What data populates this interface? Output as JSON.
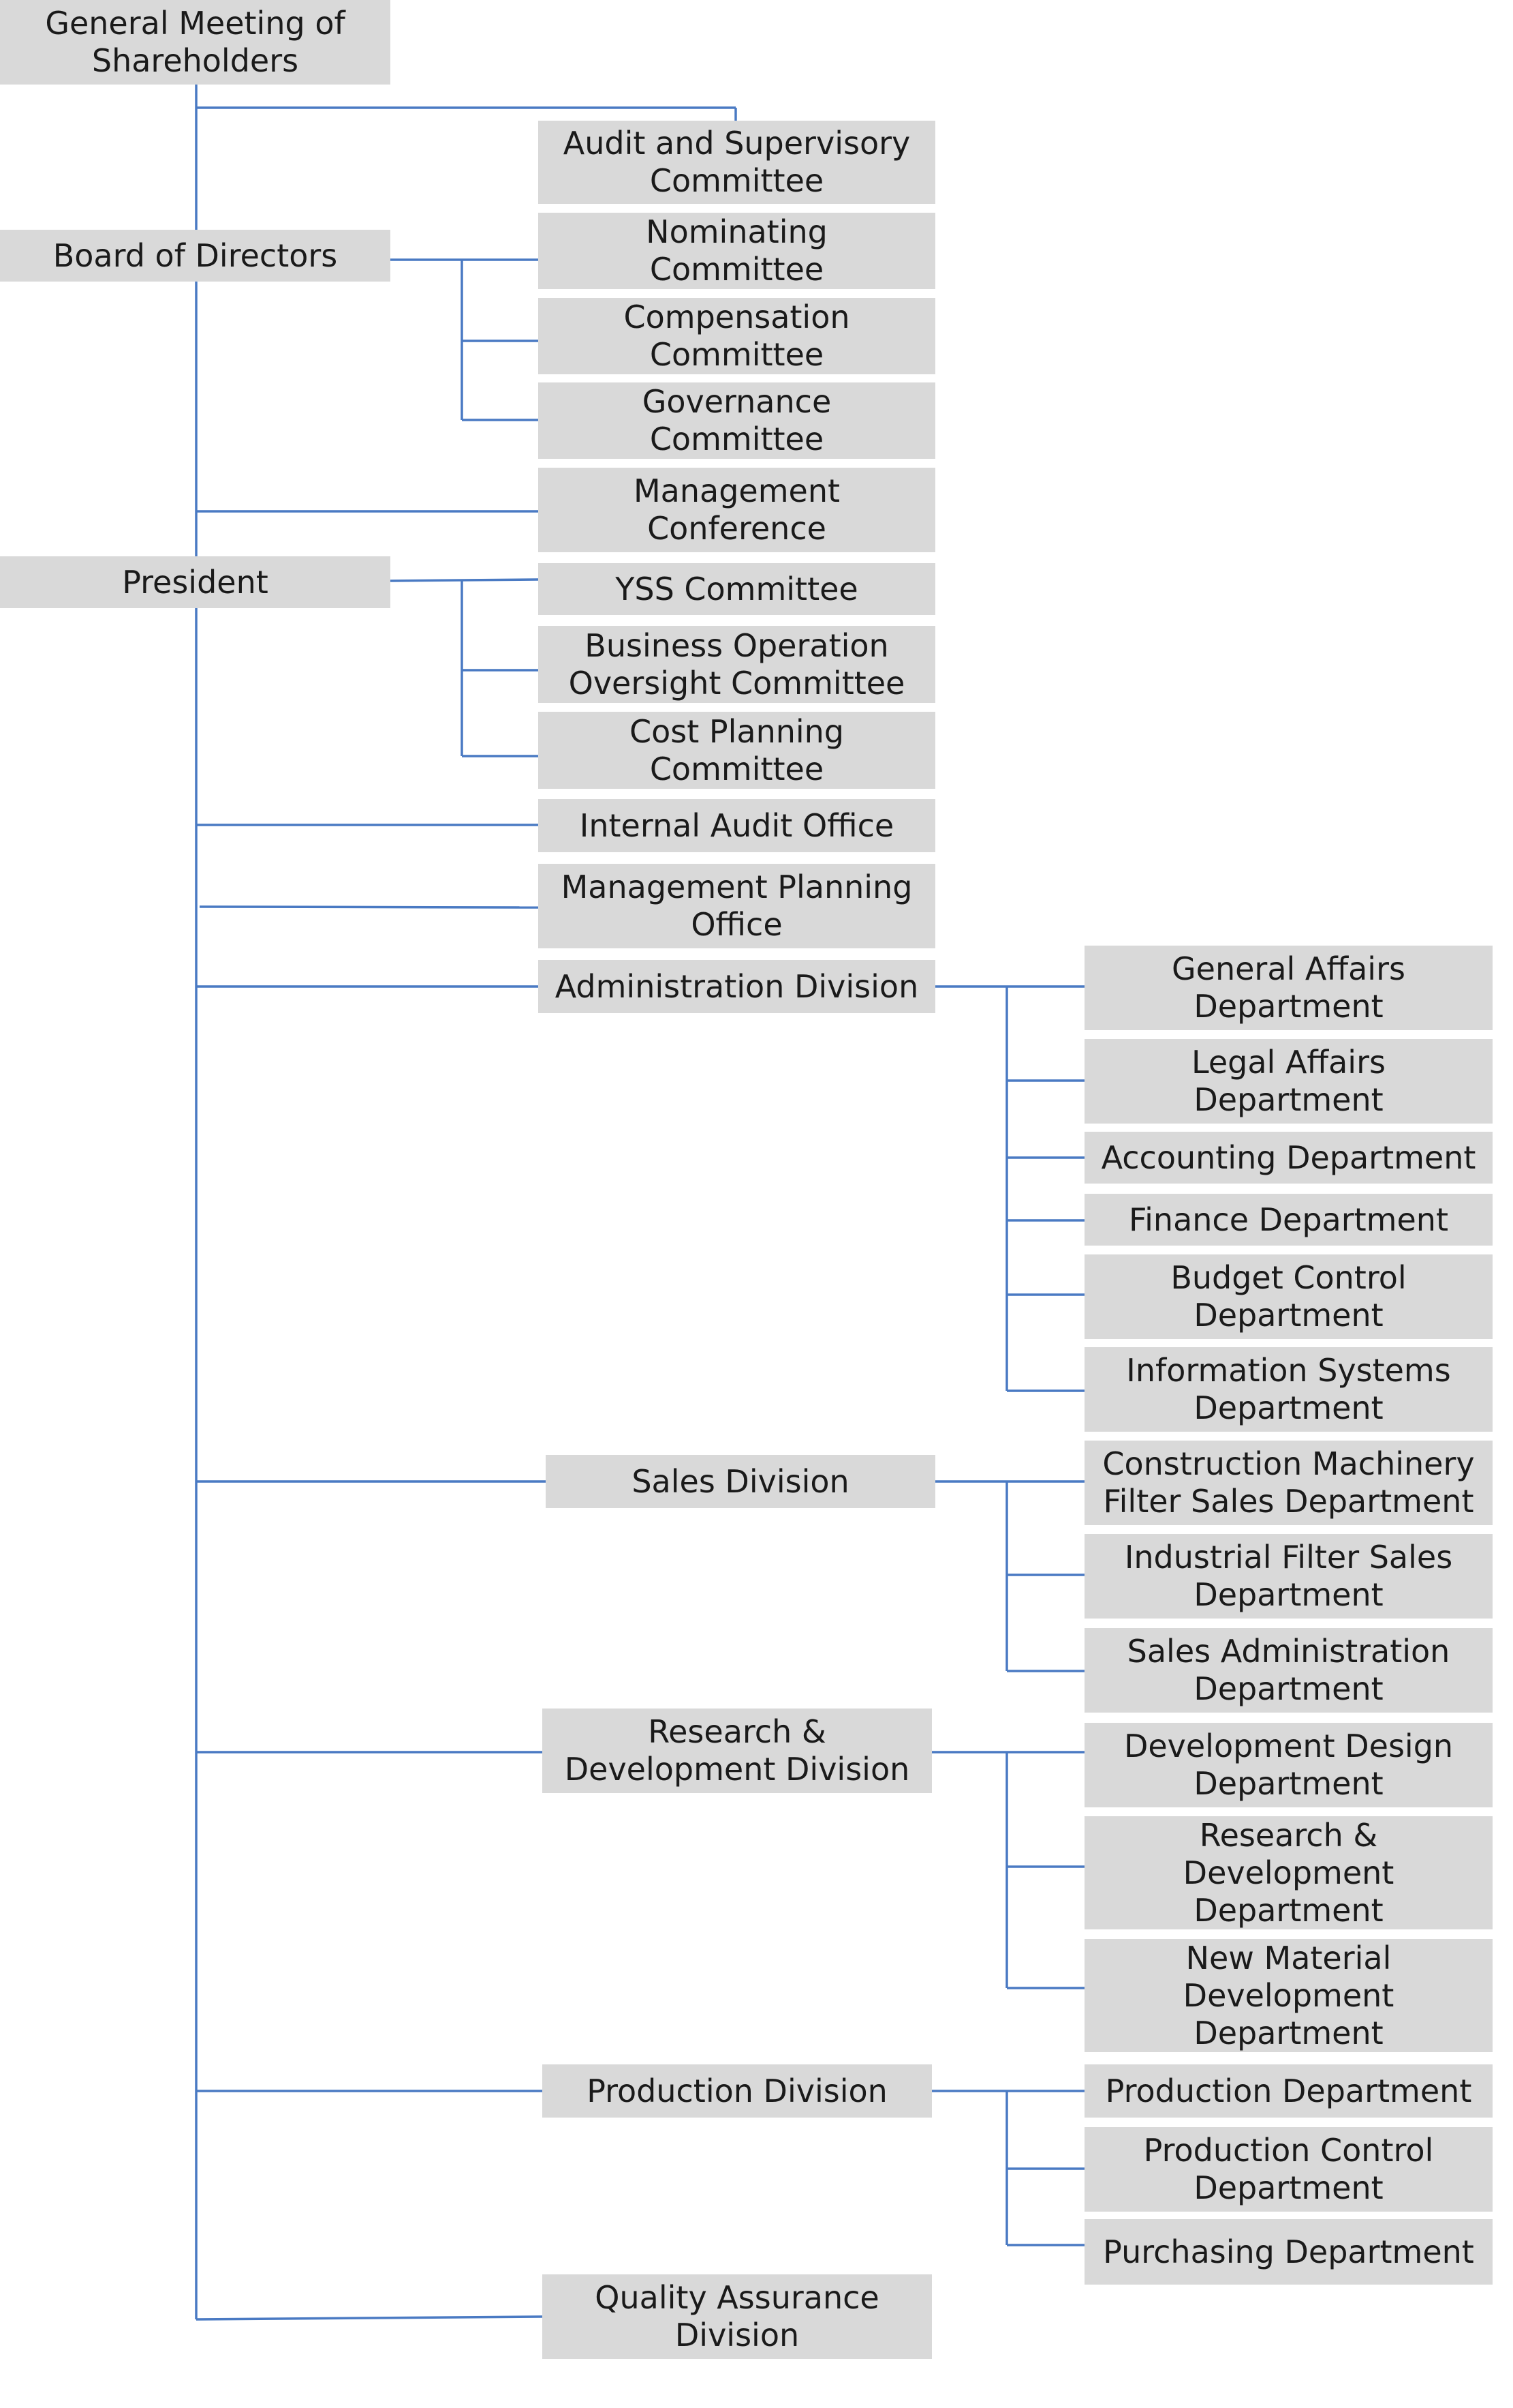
{
  "org_chart": {
    "general_meeting": "General Meeting of\nShareholders",
    "board": "Board of Directors",
    "audit_committee": "Audit and Supervisory\nCommittee",
    "nominating_committee": "Nominating\nCommittee",
    "compensation_committee": "Compensation\nCommittee",
    "governance_committee": "Governance\nCommittee",
    "management_conference": "Management\nConference",
    "president": "President",
    "yss_committee": "YSS Committee",
    "business_oversight_committee": "Business Operation\nOversight Committee",
    "cost_planning_committee": "Cost Planning\nCommittee",
    "internal_audit_office": "Internal Audit Office",
    "management_planning_office": "Management Planning\nOffice",
    "administration_division": "Administration Division",
    "general_affairs_dept": "General Affairs\nDepartment",
    "legal_affairs_dept": "Legal Affairs\nDepartment",
    "accounting_dept": "Accounting Department",
    "finance_dept": "Finance Department",
    "budget_control_dept": "Budget Control\nDepartment",
    "information_systems_dept": "Information Systems\nDepartment",
    "sales_division": "Sales Division",
    "construction_filter_sales_dept": "Construction Machinery\nFilter Sales Department",
    "industrial_filter_sales_dept": "Industrial Filter Sales\nDepartment",
    "sales_administration_dept": "Sales Administration\nDepartment",
    "rd_division": "Research &\nDevelopment Division",
    "development_design_dept": "Development Design\nDepartment",
    "rd_dept": "Research &\nDevelopment\nDepartment",
    "new_material_dept": "New Material\nDevelopment\nDepartment",
    "production_division": "Production Division",
    "production_dept": "Production Department",
    "production_control_dept": "Production Control\nDepartment",
    "purchasing_dept": "Purchasing Department",
    "quality_assurance_division": "Quality Assurance\nDivision"
  },
  "colors": {
    "box_fill": "#d9d9d9",
    "connector": "#4a7ac3",
    "text": "#1a1a1a"
  }
}
